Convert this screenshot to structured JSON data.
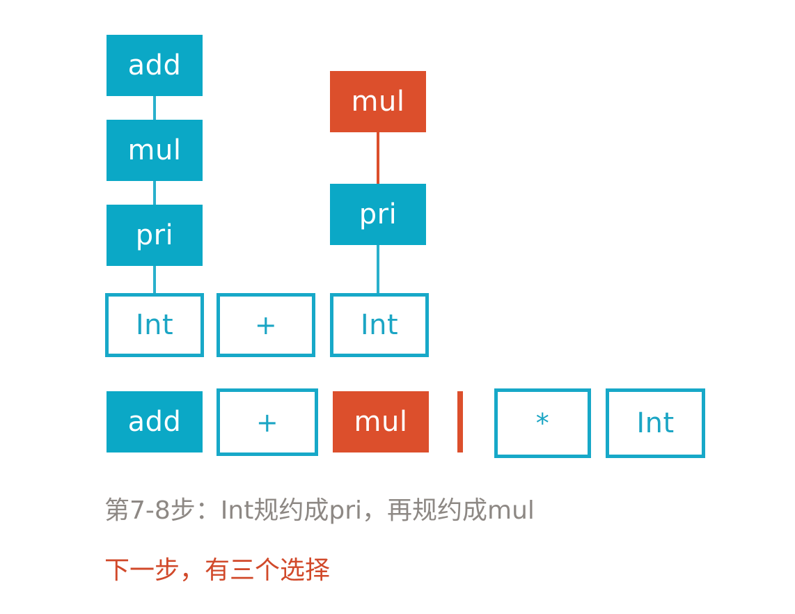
{
  "diagram": {
    "title": "LR parse stack reduction step 7-8",
    "colors": {
      "cyan_fill": "#0ba8c6",
      "cyan_border": "#17a8c8",
      "cyan_text": "#1ba5c4",
      "red_fill": "#dc4f2c",
      "red_text": "#d1492a",
      "gray_text": "#8d8884",
      "background": "#ffffff"
    },
    "stacks": [
      {
        "name": "left-stack",
        "nodes": [
          {
            "label": "add",
            "style": "filled-cyan"
          },
          {
            "label": "mul",
            "style": "filled-cyan"
          },
          {
            "label": "pri",
            "style": "filled-cyan"
          }
        ]
      },
      {
        "name": "middle-stack",
        "nodes": [
          {
            "label": "mul",
            "style": "filled-red"
          },
          {
            "label": "pri",
            "style": "filled-cyan"
          }
        ]
      }
    ],
    "token_row": [
      {
        "label": "Int",
        "style": "outline-cyan"
      },
      {
        "label": "+",
        "style": "outline-cyan"
      },
      {
        "label": "Int",
        "style": "outline-cyan"
      }
    ],
    "result_row": [
      {
        "label": "add",
        "style": "filled-cyan"
      },
      {
        "label": "+",
        "style": "outline-cyan"
      },
      {
        "label": "mul",
        "style": "filled-red"
      },
      {
        "label": "*",
        "style": "outline-cyan"
      },
      {
        "label": "Int",
        "style": "outline-cyan"
      }
    ],
    "caret": {
      "name": "parse-position-caret",
      "color": "#dc4f2c"
    },
    "captions": [
      {
        "text": "第7-8步：Int规约成pri，再规约成mul",
        "color": "gray"
      },
      {
        "text": "下一步，有三个选择",
        "color": "red"
      }
    ]
  }
}
